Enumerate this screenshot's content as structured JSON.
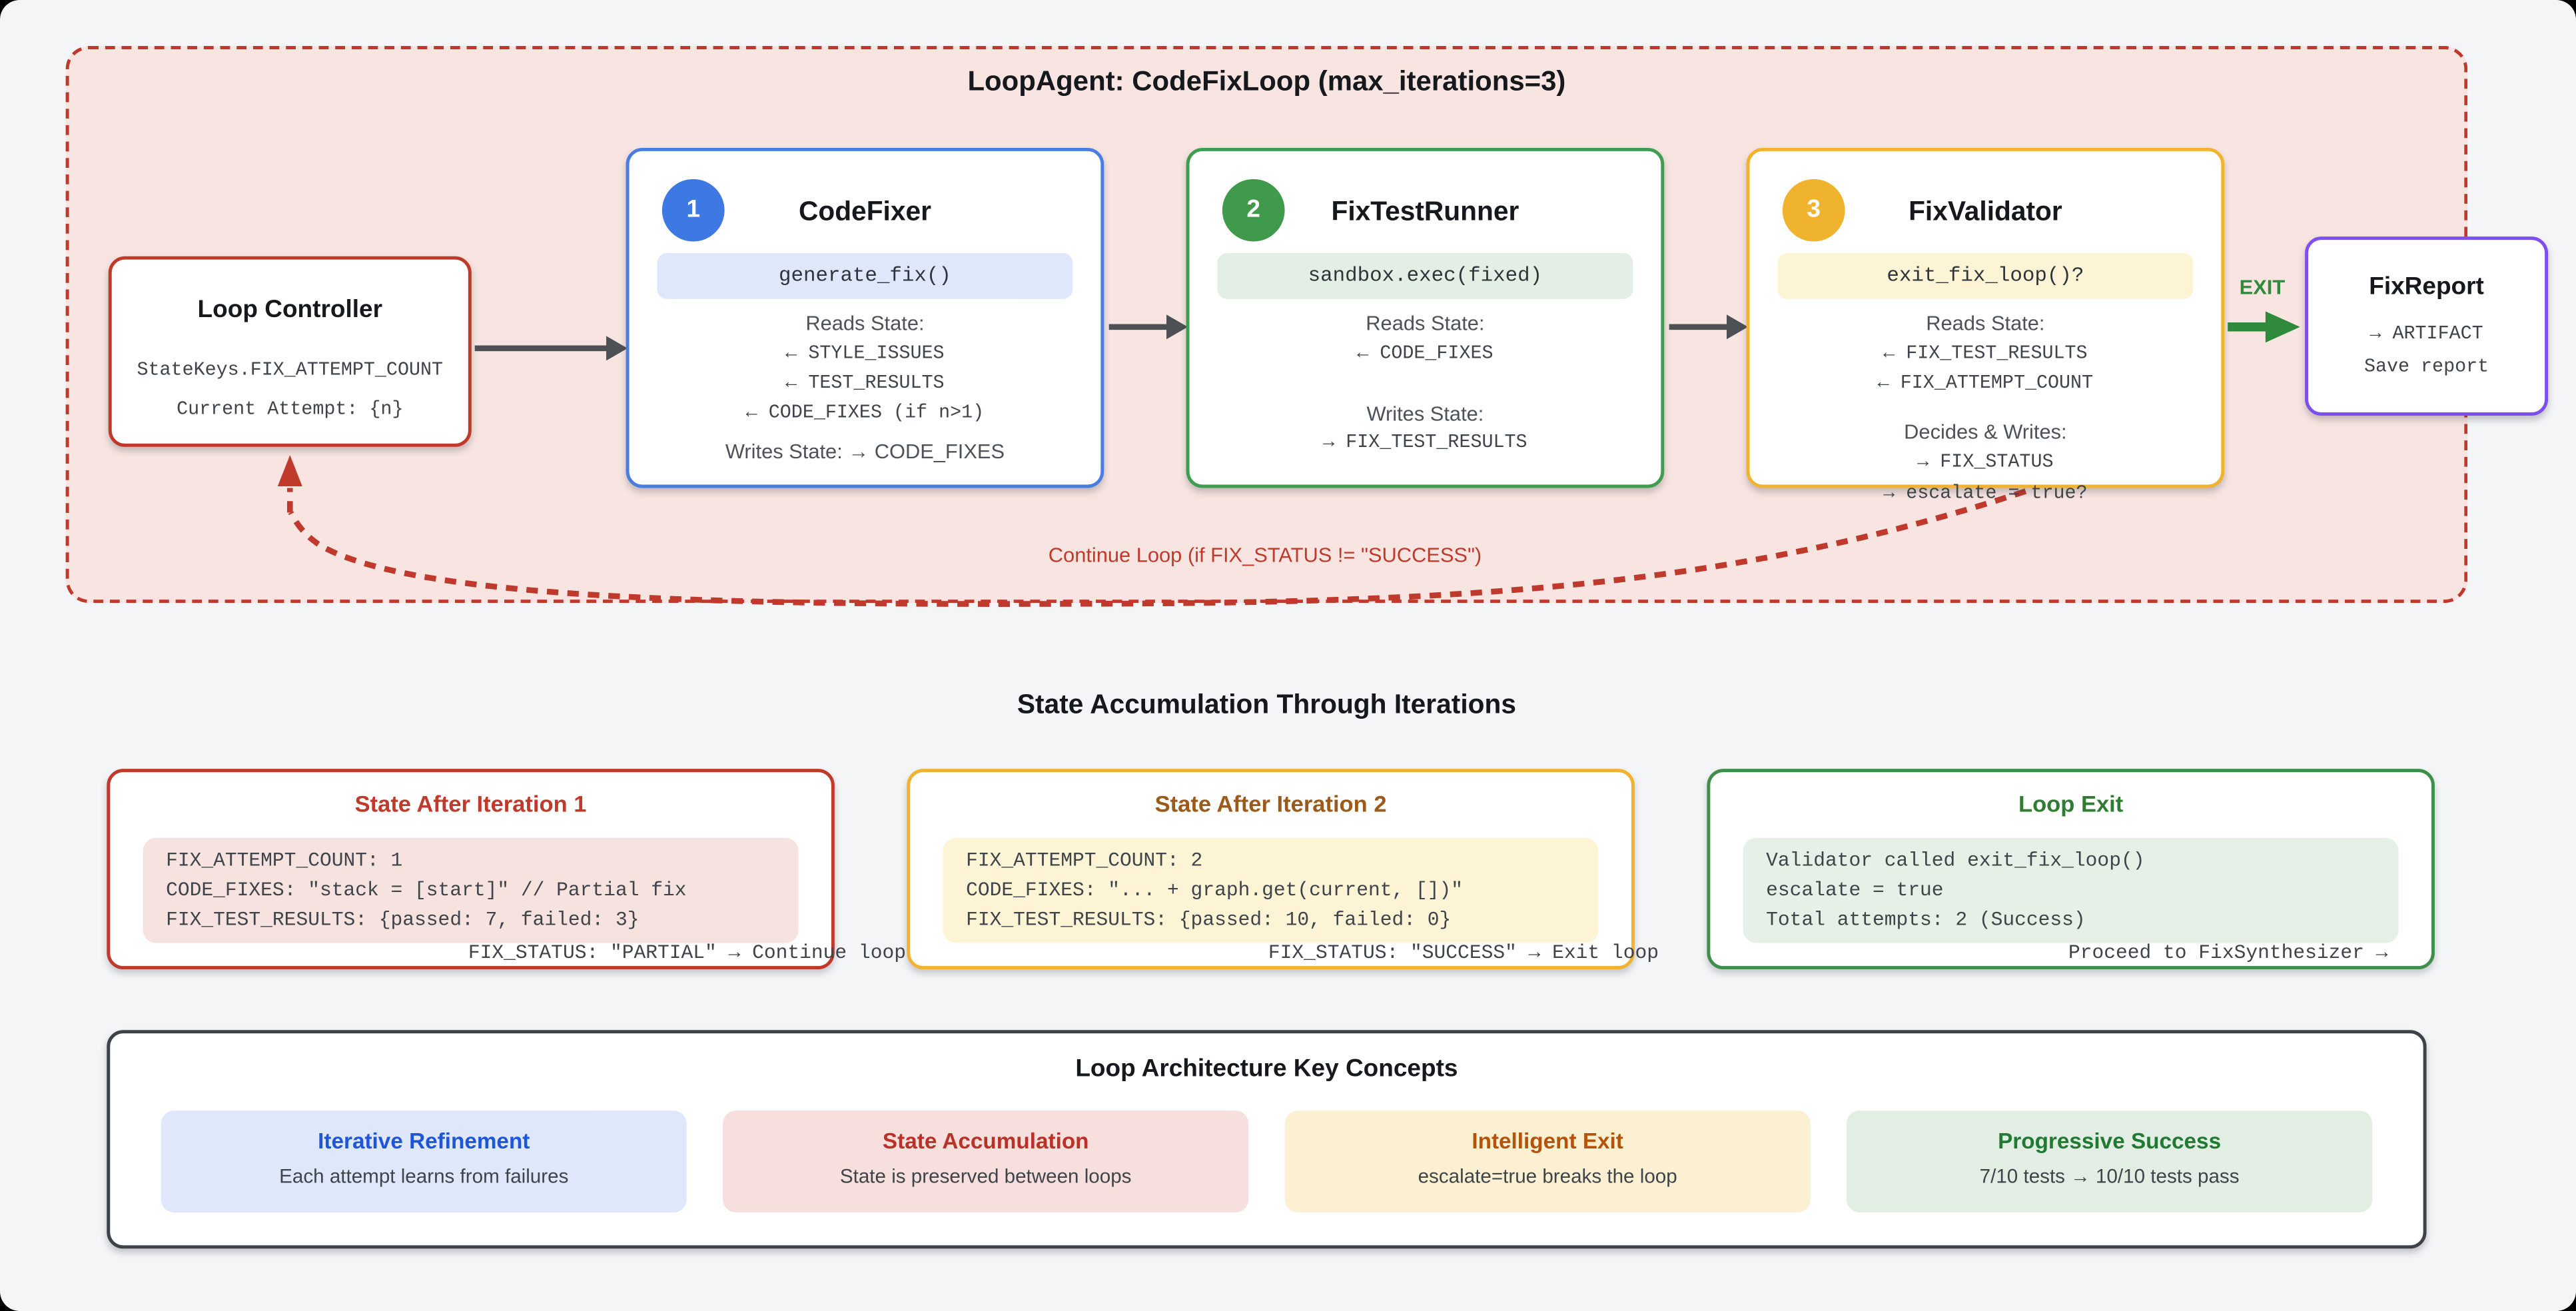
{
  "colors": {
    "red_accent": "#c0392b",
    "blue_accent": "#4a7de2",
    "green_accent": "#3f9d4f",
    "amber_accent": "#f1b32f",
    "purple_accent": "#7e4ef3",
    "exit_green": "#2f8a3c",
    "container_fill": "#f8e5e1"
  },
  "loop": {
    "title": "LoopAgent: CodeFixLoop (max_iterations=3)",
    "controller": {
      "title": "Loop Controller",
      "line1": "StateKeys.FIX_ATTEMPT_COUNT",
      "line2": "Current Attempt: {n}"
    },
    "agents": [
      {
        "number": "1",
        "title": "CodeFixer",
        "pill": "generate_fix()",
        "reads_label": "Reads State:",
        "reads": [
          "← STYLE_ISSUES",
          "← TEST_RESULTS",
          "← CODE_FIXES (if n>1)"
        ],
        "writes_inline": "Writes State: → CODE_FIXES"
      },
      {
        "number": "2",
        "title": "FixTestRunner",
        "pill": "sandbox.exec(fixed)",
        "reads_label": "Reads State:",
        "reads": [
          "← CODE_FIXES"
        ],
        "writes_label": "Writes State:",
        "writes": [
          "→ FIX_TEST_RESULTS"
        ]
      },
      {
        "number": "3",
        "title": "FixValidator",
        "pill": "exit_fix_loop()?",
        "reads_label": "Reads State:",
        "reads": [
          "← FIX_TEST_RESULTS",
          "← FIX_ATTEMPT_COUNT"
        ],
        "writes_label": "Decides & Writes:",
        "writes": [
          "→ FIX_STATUS",
          "→ escalate = true?"
        ]
      }
    ],
    "exit_label": "EXIT",
    "report": {
      "title": "FixReport",
      "line1": "→ ARTIFACT",
      "line2": "Save report"
    },
    "continue_label": "Continue Loop (if FIX_STATUS != \"SUCCESS\")"
  },
  "state_section": {
    "heading": "State Accumulation Through Iterations",
    "boxes": [
      {
        "title": "State After Iteration 1",
        "code": [
          "FIX_ATTEMPT_COUNT: 1",
          "CODE_FIXES: \"stack = [start]\" // Partial fix",
          "FIX_TEST_RESULTS: {passed: 7, failed: 3}"
        ],
        "overflow": "FIX_STATUS: \"PARTIAL\" → Continue loop"
      },
      {
        "title": "State After Iteration 2",
        "code": [
          "FIX_ATTEMPT_COUNT: 2",
          "CODE_FIXES: \"... + graph.get(current, [])\"",
          "FIX_TEST_RESULTS: {passed: 10, failed: 0}"
        ],
        "overflow": "FIX_STATUS: \"SUCCESS\" → Exit loop"
      },
      {
        "title": "Loop Exit",
        "code": [
          "Validator called exit_fix_loop()",
          "escalate = true",
          "Total attempts: 2 (Success)"
        ],
        "overflow": "Proceed to FixSynthesizer →"
      }
    ]
  },
  "concepts": {
    "heading": "Loop Architecture Key Concepts",
    "items": [
      {
        "title": "Iterative Refinement",
        "desc": "Each attempt learns from failures"
      },
      {
        "title": "State Accumulation",
        "desc": "State is preserved between loops"
      },
      {
        "title": "Intelligent Exit",
        "desc": "escalate=true breaks the loop"
      },
      {
        "title": "Progressive Success",
        "desc": "7/10 tests → 10/10 tests pass"
      }
    ]
  }
}
